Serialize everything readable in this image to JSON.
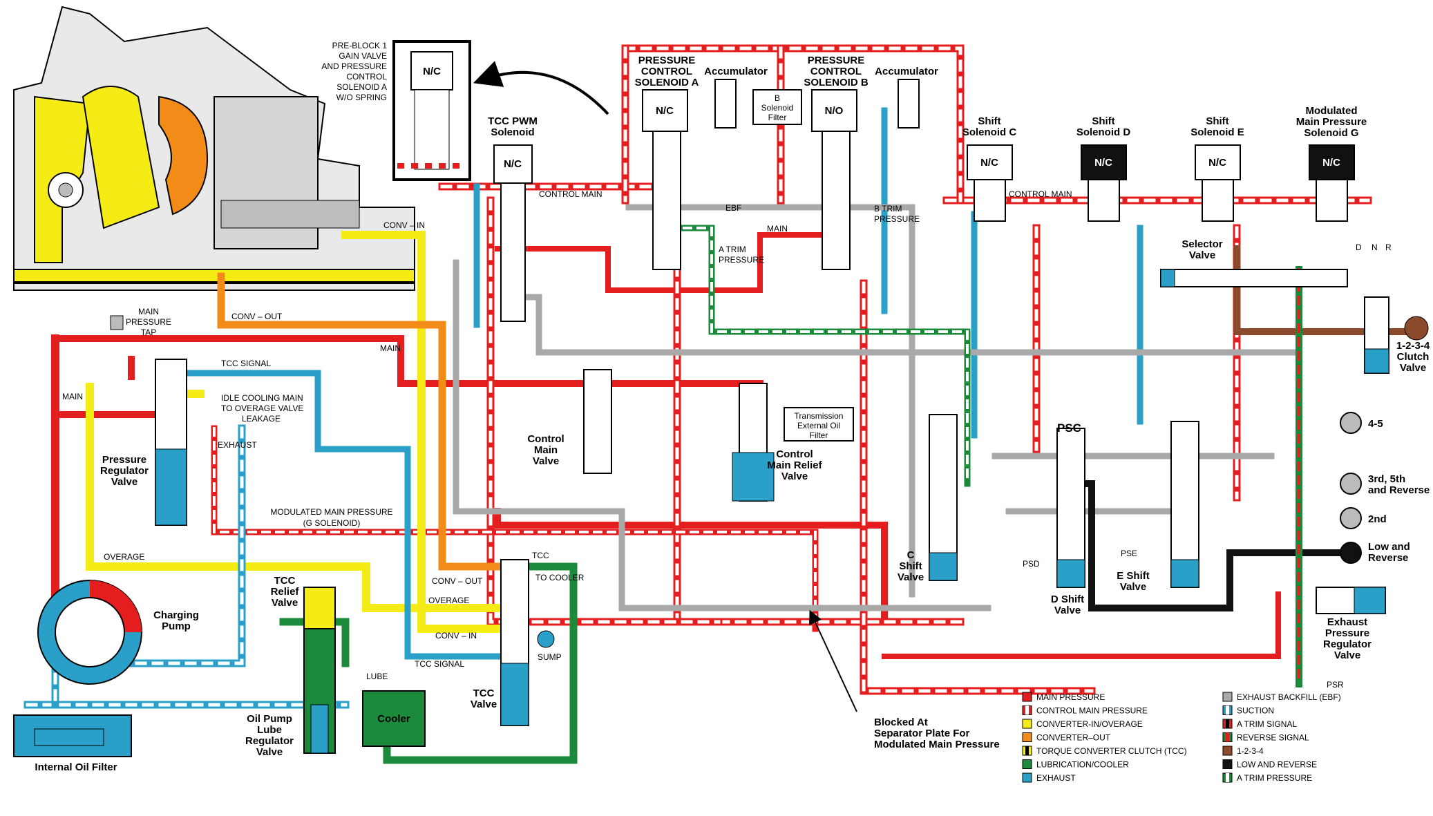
{
  "title_labels": {
    "pcs_a": [
      "PRESSURE",
      "CONTROL",
      "SOLENOID A"
    ],
    "pcs_b": [
      "PRESSURE",
      "CONTROL",
      "SOLENOID B"
    ],
    "accumulator_a": "Accumulator",
    "accumulator_b": "Accumulator",
    "b_solenoid_filter": [
      "B",
      "Solenoid",
      "Filter"
    ],
    "tcc_pwm": [
      "TCC PWM",
      "Solenoid"
    ],
    "shift_c": [
      "Shift",
      "Solenoid C"
    ],
    "shift_d": [
      "Shift",
      "Solenoid D"
    ],
    "shift_e": [
      "Shift",
      "Solenoid E"
    ],
    "mod_main_g": [
      "Modulated",
      "Main Pressure",
      "Solenoid G"
    ],
    "preblock": [
      "PRE-BLOCK 1",
      "GAIN VALVE",
      "AND PRESSURE",
      "CONTROL",
      "SOLENOID A",
      "W/O SPRING"
    ]
  },
  "solenoid_states": {
    "nc": "N/C",
    "no": "N/O"
  },
  "line_labels": {
    "control_main_1": "CONTROL  MAIN",
    "control_main_2": "CONTROL  MAIN",
    "ebf": "EBF",
    "main_1": "MAIN",
    "main_2": "MAIN",
    "main_3": "MAIN",
    "a_trim": [
      "A TRIM",
      "PRESSURE"
    ],
    "b_trim": [
      "B TRIM",
      "PRESSURE"
    ],
    "conv_in_1": "CONV – IN",
    "conv_in_2": "CONV – IN",
    "conv_out_1": "CONV – OUT",
    "conv_out_2": "CONV – OUT",
    "main_pressure_tap": [
      "MAIN",
      "PRESSURE",
      "TAP"
    ],
    "tcc_signal_1": "TCC  SIGNAL",
    "tcc_signal_2": "TCC  SIGNAL",
    "idle_cooling": [
      "IDLE COOLING MAIN",
      "TO OVERAGE VALVE",
      "LEAKAGE"
    ],
    "exhaust": "EXHAUST",
    "modulated_main": [
      "MODULATED MAIN PRESSURE",
      "(G SOLENOID)"
    ],
    "overage_1": "OVERAGE",
    "overage_2": "OVERAGE",
    "tcc": "TCC",
    "to_cooler": "TO COOLER",
    "sump": "SUMP",
    "lube": "LUBE",
    "psc": "PSC",
    "psd": "PSD",
    "pse": "PSE",
    "psr": "PSR",
    "d": "D",
    "n": "N",
    "r": "R"
  },
  "component_labels": {
    "pressure_regulator": [
      "Pressure",
      "Regulator",
      "Valve"
    ],
    "charging_pump": [
      "Charging",
      "Pump"
    ],
    "internal_oil_filter": "Internal Oil Filter",
    "oil_pump_lube": [
      "Oil Pump",
      "Lube",
      "Regulator",
      "Valve"
    ],
    "tcc_relief": [
      "TCC",
      "Relief",
      "Valve"
    ],
    "cooler": "Cooler",
    "tcc_valve": [
      "TCC",
      "Valve"
    ],
    "control_main_valve": [
      "Control",
      "Main",
      "Valve"
    ],
    "control_main_relief": [
      "Control",
      "Main Relief",
      "Valve"
    ],
    "trans_ext_filter": [
      "Transmission",
      "External Oil",
      "Filter"
    ],
    "c_shift": [
      "C",
      "Shift",
      "Valve"
    ],
    "d_shift": [
      "D Shift",
      "Valve"
    ],
    "e_shift": [
      "E Shift",
      "Valve"
    ],
    "selector_valve": [
      "Selector",
      "Valve"
    ],
    "clutch_1234": [
      "1-2-3-4",
      "Clutch",
      "Valve"
    ],
    "exhaust_pressure_reg": [
      "Exhaust",
      "Pressure",
      "Regulator",
      "Valve"
    ],
    "blocked": [
      "Blocked  At",
      "Separator Plate  For",
      "Modulated Main Pressure"
    ]
  },
  "clutch_outputs": {
    "c45": "4-5",
    "c35r": [
      "3rd, 5th",
      "and Reverse"
    ],
    "c2": "2nd",
    "clr": [
      "Low and",
      "Reverse"
    ]
  },
  "legend": [
    {
      "label": "MAIN  PRESSURE",
      "color": "#e41e1e",
      "pattern": "solid"
    },
    {
      "label": "CONTROL MAIN PRESSURE",
      "color": "#e41e1e",
      "pattern": "dash-white"
    },
    {
      "label": "CONVERTER-IN/OVERAGE",
      "color": "#f6ec15",
      "pattern": "solid"
    },
    {
      "label": "CONVERTER–OUT",
      "color": "#f28b17",
      "pattern": "solid"
    },
    {
      "label": "TORQUE CONVERTER CLUTCH (TCC)",
      "color": "#f6ec15",
      "pattern": "dash-black"
    },
    {
      "label": "LUBRICATION/COOLER",
      "color": "#1b8a3a",
      "pattern": "solid"
    },
    {
      "label": "EXHAUST",
      "color": "#2aa0c8",
      "pattern": "solid"
    },
    {
      "label": "EXHAUST BACKFILL (EBF)",
      "color": "#a9a9a9",
      "pattern": "solid"
    },
    {
      "label": "SUCTION",
      "color": "#2aa0c8",
      "pattern": "dash-white"
    },
    {
      "label": "A TRIM SIGNAL",
      "color": "#e41e1e",
      "pattern": "dash-black"
    },
    {
      "label": "REVERSE SIGNAL",
      "color": "#1b8a3a",
      "pattern": "dash-red"
    },
    {
      "label": "1-2-3-4",
      "color": "#8b4a2b",
      "pattern": "solid"
    },
    {
      "label": "LOW AND REVERSE",
      "color": "#111111",
      "pattern": "solid"
    },
    {
      "label": "A TRIM PRESSURE",
      "color": "#1b8a3a",
      "pattern": "dash-white"
    }
  ]
}
